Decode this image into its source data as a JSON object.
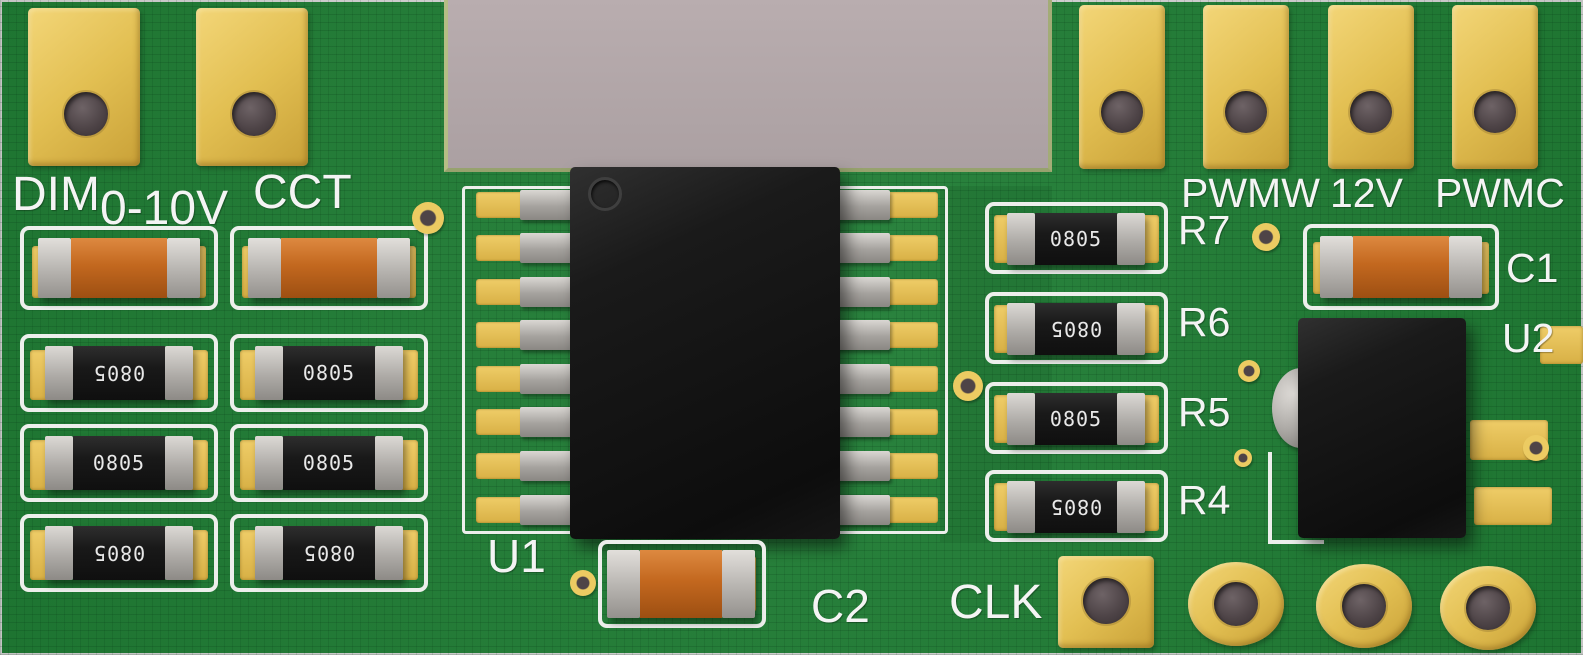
{
  "labels": {
    "dim": "DIM",
    "zero_to_ten_volt": "0-10V",
    "cct": "CCT",
    "pwmw": "PWMW",
    "twelve_volt": "12V",
    "pwmc": "PWMC",
    "u1": "U1",
    "u2": "U2",
    "c1": "C1",
    "c2": "C2",
    "clk": "CLK",
    "r4": "R4",
    "r5": "R5",
    "r6": "R6",
    "r7": "R7"
  },
  "markings": {
    "res_0805": "0805"
  },
  "colors": {
    "soldermask_green": "#207e35",
    "silkscreen_white": "#f4f4f4",
    "pad_gold": "#e2bf52",
    "capacitor_orange": "#c3681f",
    "resistor_body_black": "#191919",
    "ic_body_black": "#141414",
    "background_gray": "#b2a6a8",
    "drill_hole_gray": "#4e4447"
  }
}
